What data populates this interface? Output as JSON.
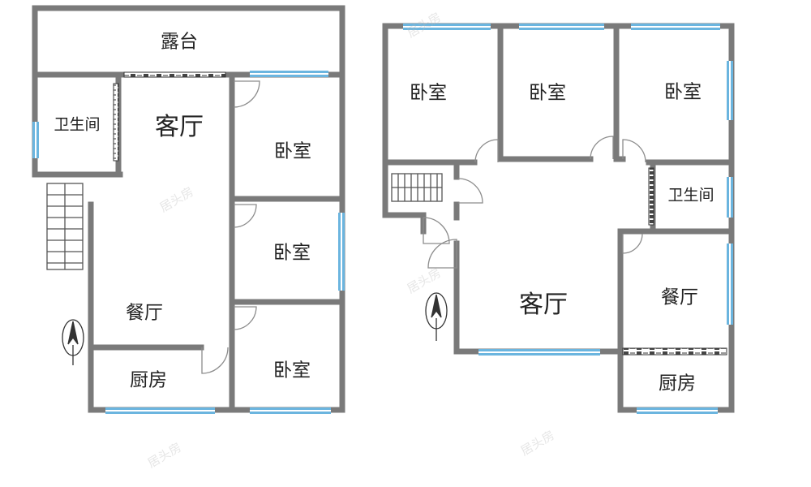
{
  "colors": {
    "wall": "#7a7a7a",
    "window": "#6bb5df",
    "window_core": "#3d8fd0",
    "door": "#8c8c8c",
    "label": "#222222",
    "watermark": "#b8b8b8"
  },
  "left_plan": {
    "rooms": {
      "terrace": "露台",
      "bathroom": "卫生间",
      "living_room": "客厅",
      "bedroom_1": "卧室",
      "bedroom_2": "卧室",
      "bedroom_3": "卧室",
      "dining_room": "餐厅",
      "kitchen": "厨房"
    }
  },
  "right_plan": {
    "rooms": {
      "bedroom_1": "卧室",
      "bedroom_2": "卧室",
      "bedroom_3": "卧室",
      "bathroom": "卫生间",
      "living_room": "客厅",
      "dining_room": "餐厅",
      "kitchen": "厨房"
    }
  },
  "compass_icon": "north-arrow-icon",
  "watermark_text": "居头房"
}
